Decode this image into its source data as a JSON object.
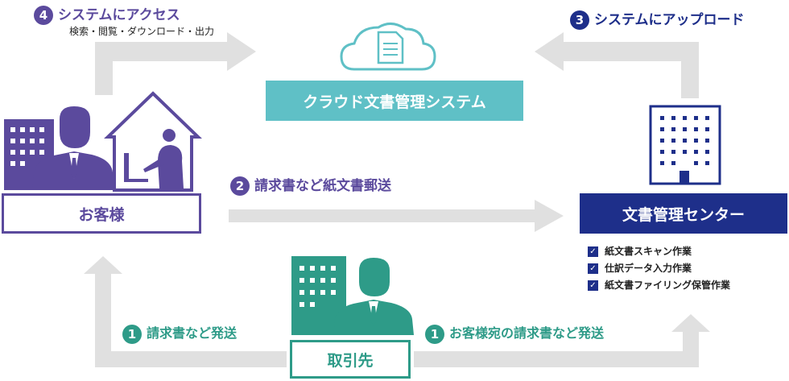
{
  "colors": {
    "customer": "#5b4a9d",
    "center": "#1e2f8a",
    "cloud": "#5fc0c6",
    "partner": "#2e9b88",
    "arrow": "#e0e0e0"
  },
  "steps": {
    "access": {
      "number": "4",
      "title": "システムにアクセス",
      "subtitle": "検索・閲覧・ダウンロード・出力"
    },
    "upload": {
      "number": "3",
      "title": "システムにアップロード"
    },
    "mail": {
      "number": "2",
      "title": "請求書など紙文書郵送"
    },
    "send_to_customer": {
      "number": "1",
      "title": "請求書など発送"
    },
    "send_to_center": {
      "number": "1",
      "title": "お客様宛の請求書など発送"
    }
  },
  "nodes": {
    "cloud_system": {
      "label": "クラウド文書管理システム",
      "icon": "cloud-document-icon"
    },
    "customer": {
      "label": "お客様",
      "icons": [
        "office-building-icon",
        "businessman-icon",
        "home-worker-icon"
      ]
    },
    "center": {
      "label": "文書管理センター",
      "icon": "office-building-icon"
    },
    "partner": {
      "label": "取引先",
      "icons": [
        "office-building-icon",
        "businessman-icon"
      ]
    }
  },
  "center_tasks": [
    "紙文書スキャン作業",
    "仕訳データ入力作業",
    "紙文書ファイリング保管作業"
  ]
}
